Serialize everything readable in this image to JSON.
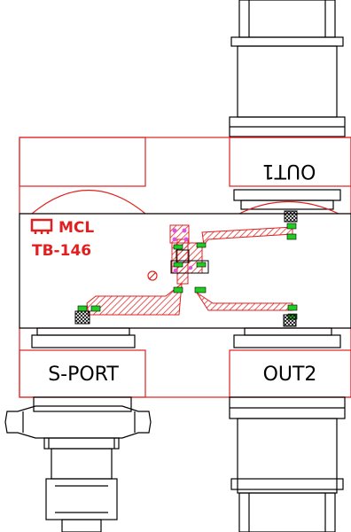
{
  "logo": {
    "brand": "MCL",
    "model": "TB-146"
  },
  "ports": {
    "out1": "OUT1",
    "out2": "OUT2",
    "sport": "S-PORT"
  },
  "colors": {
    "outline": "#000000",
    "fixture": "#e02020",
    "trace_hatch": "#e03030",
    "pad": "#22cc22",
    "via": "#dd55dd"
  }
}
